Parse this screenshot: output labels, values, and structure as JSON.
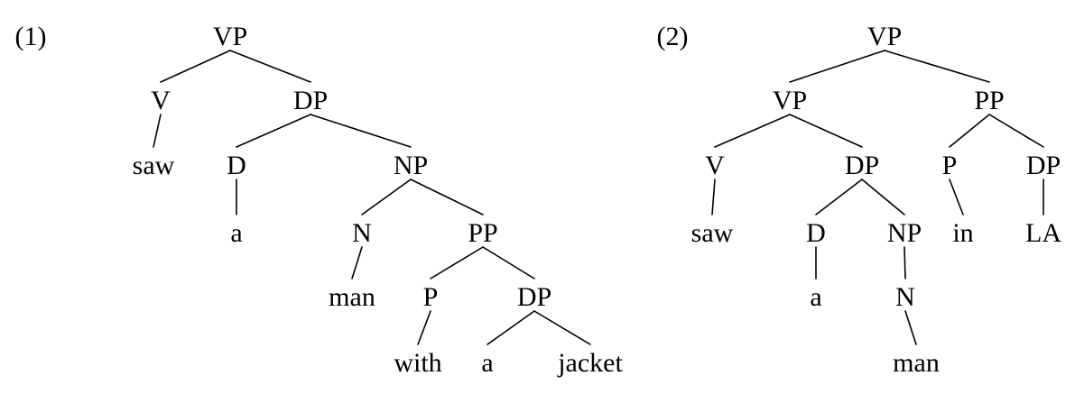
{
  "trees": [
    {
      "number_label": "(1)",
      "nodes": {
        "n_vp": "VP",
        "n_v": "V",
        "n_saw": "saw",
        "n_dp": "DP",
        "n_d": "D",
        "n_a": "a",
        "n_np": "NP",
        "n_n": "N",
        "n_man": "man",
        "n_pp": "PP",
        "n_p": "P",
        "n_with": "with",
        "n_dp2": "DP",
        "n_a2": "a",
        "n_jacket": "jacket"
      },
      "edges": [
        [
          "n_vp",
          "n_v"
        ],
        [
          "n_vp",
          "n_dp"
        ],
        [
          "n_v",
          "n_saw"
        ],
        [
          "n_dp",
          "n_d"
        ],
        [
          "n_dp",
          "n_np"
        ],
        [
          "n_d",
          "n_a"
        ],
        [
          "n_np",
          "n_n"
        ],
        [
          "n_np",
          "n_pp"
        ],
        [
          "n_n",
          "n_man"
        ],
        [
          "n_pp",
          "n_p"
        ],
        [
          "n_pp",
          "n_dp2"
        ],
        [
          "n_p",
          "n_with"
        ],
        [
          "n_dp2",
          "n_a2"
        ],
        [
          "n_dp2",
          "n_jacket"
        ]
      ]
    },
    {
      "number_label": "(2)",
      "nodes": {
        "m_vp": "VP",
        "m_vp2": "VP",
        "m_pp": "PP",
        "m_v": "V",
        "m_saw": "saw",
        "m_dp": "DP",
        "m_d": "D",
        "m_a": "a",
        "m_np": "NP",
        "m_n": "N",
        "m_man": "man",
        "m_p": "P",
        "m_in": "in",
        "m_dp2": "DP",
        "m_la": "LA"
      },
      "edges": [
        [
          "m_vp",
          "m_vp2"
        ],
        [
          "m_vp",
          "m_pp"
        ],
        [
          "m_vp2",
          "m_v"
        ],
        [
          "m_vp2",
          "m_dp"
        ],
        [
          "m_v",
          "m_saw"
        ],
        [
          "m_dp",
          "m_d"
        ],
        [
          "m_dp",
          "m_np"
        ],
        [
          "m_d",
          "m_a"
        ],
        [
          "m_np",
          "m_n"
        ],
        [
          "m_n",
          "m_man"
        ],
        [
          "m_pp",
          "m_p"
        ],
        [
          "m_pp",
          "m_dp2"
        ],
        [
          "m_p",
          "m_in"
        ],
        [
          "m_dp2",
          "m_la"
        ]
      ]
    }
  ]
}
